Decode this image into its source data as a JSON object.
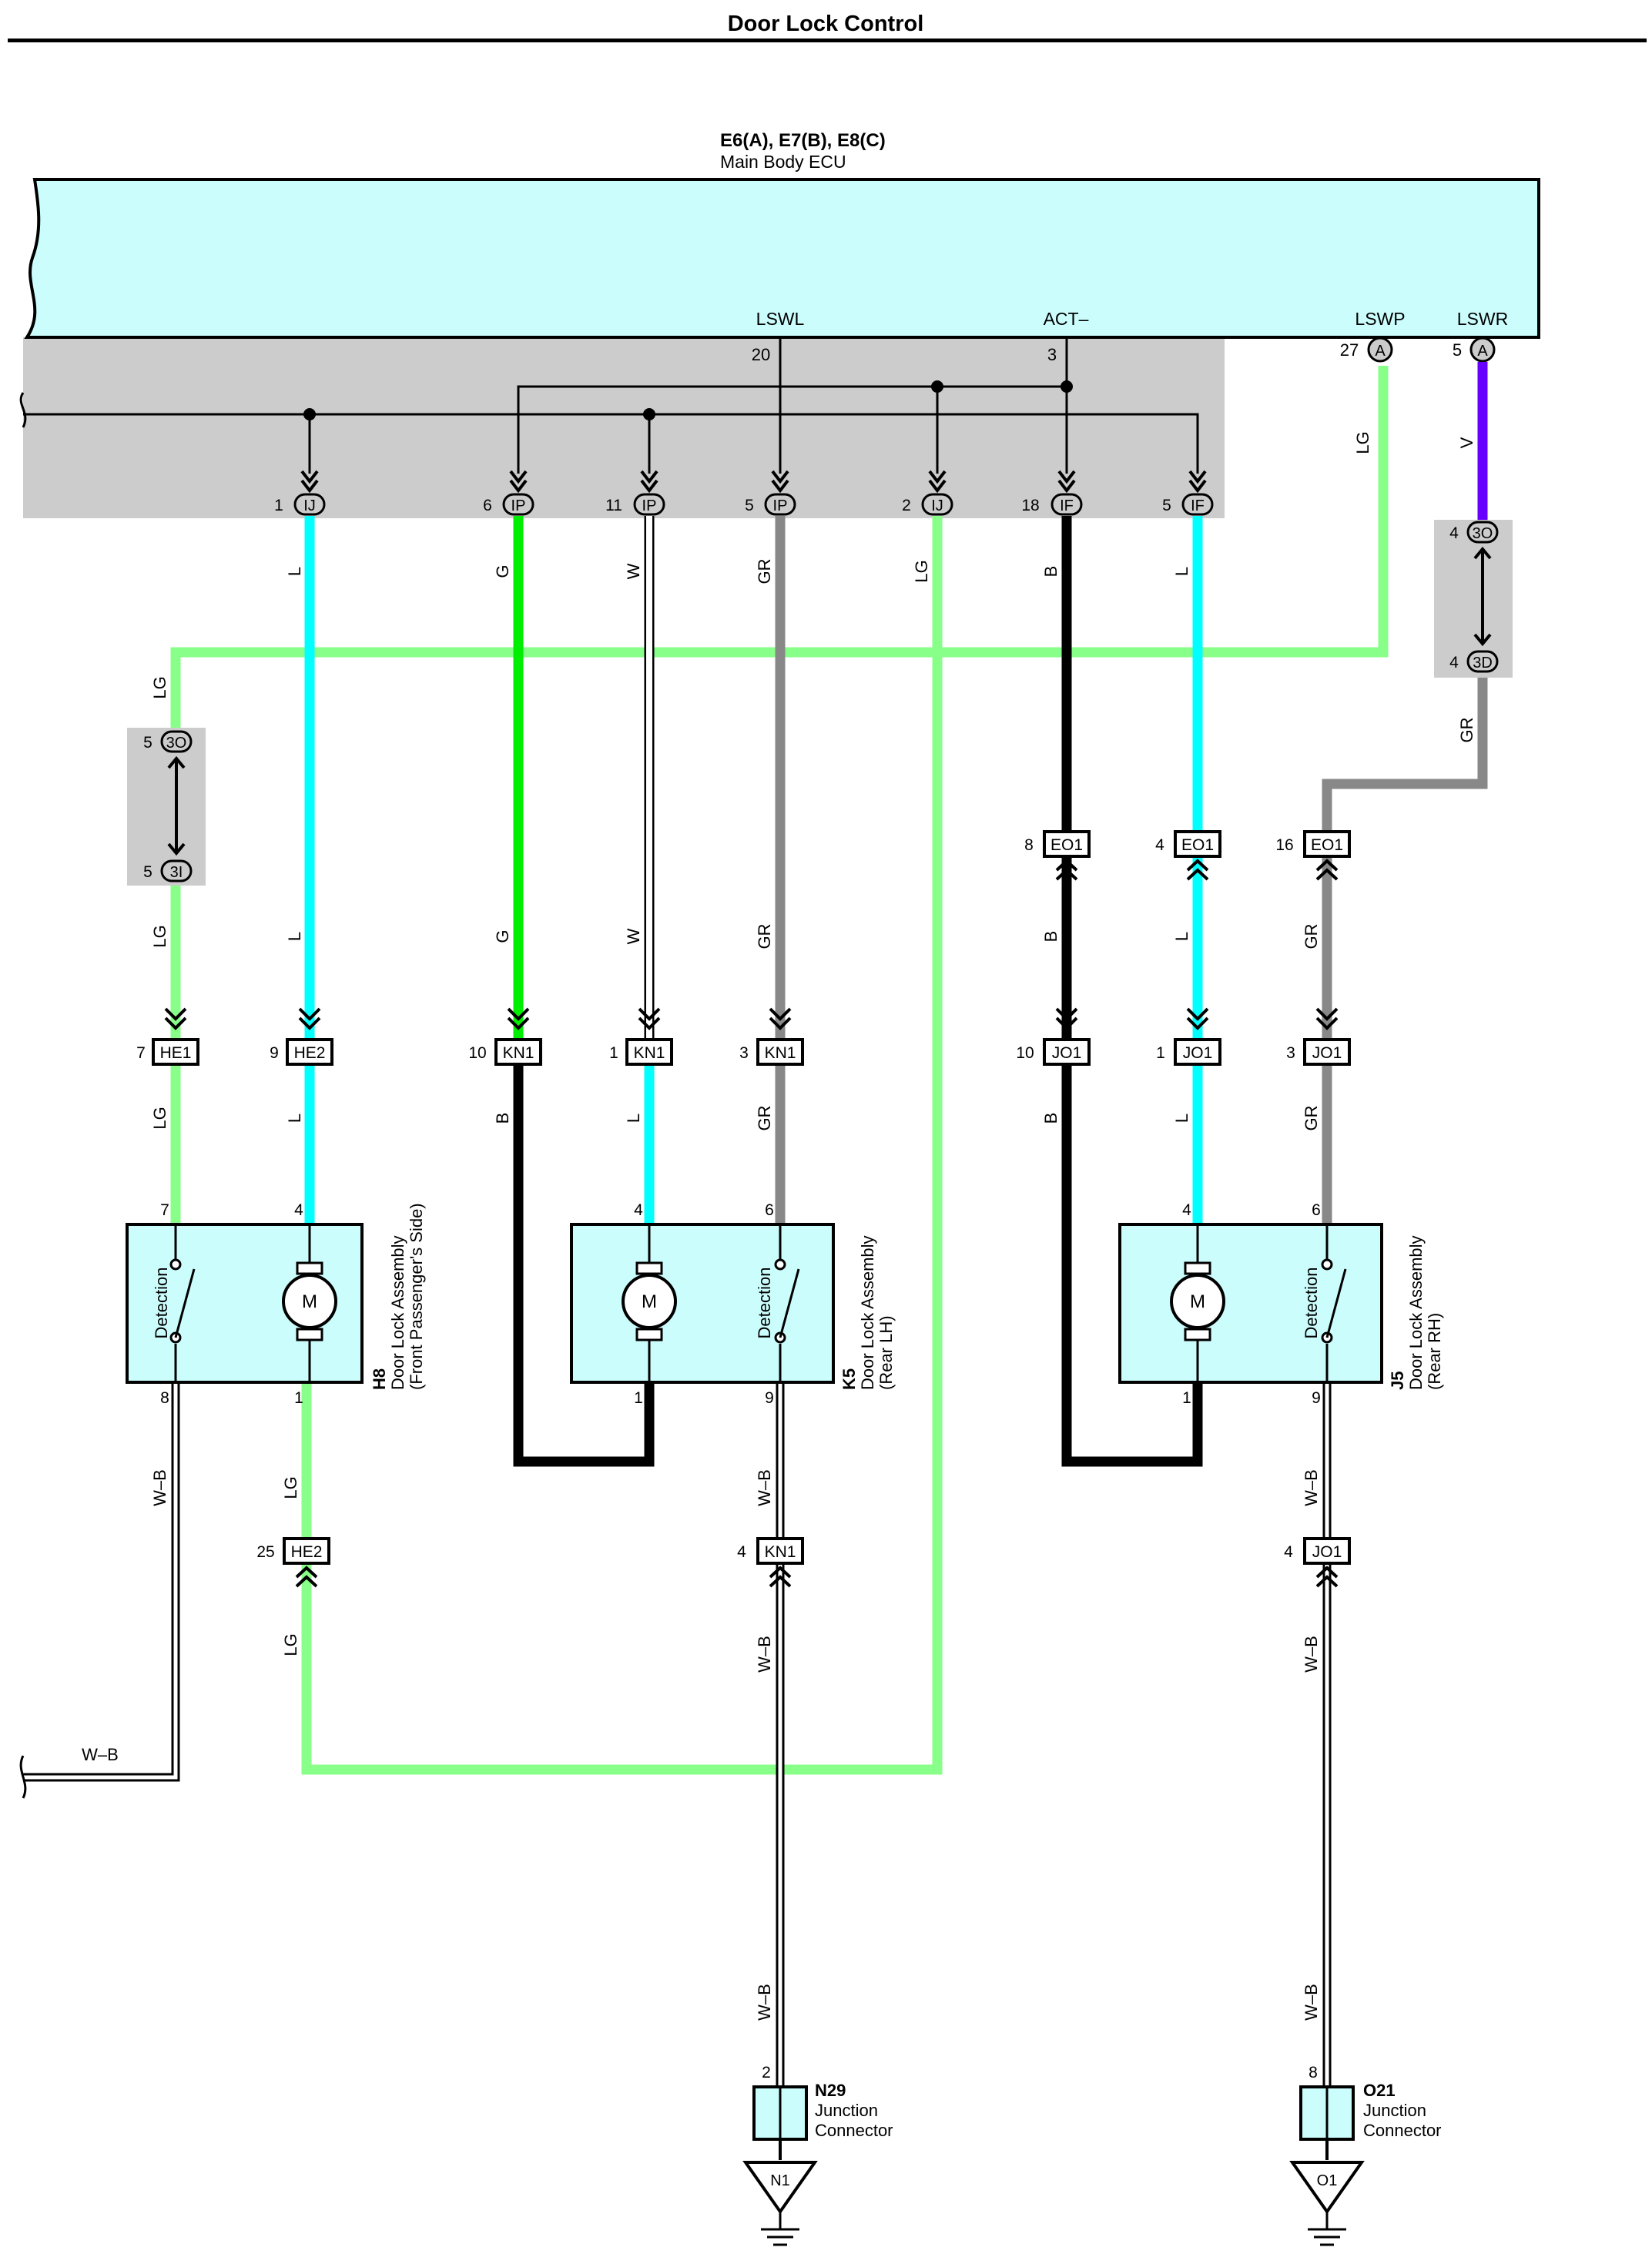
{
  "page_title": "Door Lock Control",
  "ecu": {
    "code": "E6(A), E7(B), E8(C)",
    "name": "Main Body ECU",
    "terminals": {
      "lswl": "LSWL",
      "lswl_pin": "20",
      "act": "ACT–",
      "act_pin": "3",
      "lswp": "LSWP",
      "lswp_pin": "27",
      "lswp_conn": "A",
      "lswr": "LSWR",
      "lswr_pin": "5",
      "lswr_conn": "A"
    }
  },
  "top_connectors": [
    {
      "pin": "1",
      "id": "IJ"
    },
    {
      "pin": "6",
      "id": "IP"
    },
    {
      "pin": "11",
      "id": "IP"
    },
    {
      "pin": "5",
      "id": "IP"
    },
    {
      "pin": "2",
      "id": "IJ"
    },
    {
      "pin": "18",
      "id": "IF"
    },
    {
      "pin": "5",
      "id": "IF"
    }
  ],
  "wire_colors": {
    "L": "L",
    "G": "G",
    "W": "W",
    "GR": "GR",
    "LG": "LG",
    "B": "B",
    "V": "V",
    "WB": "W–B"
  },
  "colors": {
    "ecu_fill": "#ccfdfd",
    "junction_block": "#cccccc",
    "wire_L": "#00ffff",
    "wire_G": "#00ee00",
    "wire_W": "#ffffff",
    "wire_GR": "#888888",
    "wire_LG": "#88ff88",
    "wire_B": "#000000",
    "wire_V": "#6600ff",
    "assembly_fill": "#ccfdfd"
  },
  "relay_connectors": {
    "a_top_pin": "5",
    "a_top_id": "3O",
    "a_bot_pin": "5",
    "a_bot_id": "3I",
    "b_top_pin": "4",
    "b_top_id": "3O",
    "b_bot_pin": "4",
    "b_bot_id": "3D"
  },
  "eo_connectors": [
    {
      "pin": "8",
      "id": "EO1"
    },
    {
      "pin": "4",
      "id": "EO1"
    },
    {
      "pin": "16",
      "id": "EO1"
    }
  ],
  "mid_connectors": [
    {
      "pin": "7",
      "id": "HE1"
    },
    {
      "pin": "9",
      "id": "HE2"
    },
    {
      "pin": "10",
      "id": "KN1"
    },
    {
      "pin": "1",
      "id": "KN1"
    },
    {
      "pin": "3",
      "id": "KN1"
    },
    {
      "pin": "10",
      "id": "JO1"
    },
    {
      "pin": "1",
      "id": "JO1"
    },
    {
      "pin": "3",
      "id": "JO1"
    }
  ],
  "assemblies": [
    {
      "code": "H8",
      "name": "Door Lock Assembly",
      "sub": "(Front Passenger's Side)",
      "pins_top": [
        "7",
        "4"
      ],
      "pins_bottom": [
        "8",
        "1"
      ]
    },
    {
      "code": "K5",
      "name": "Door Lock Assembly",
      "sub": "(Rear LH)",
      "pins_top": [
        "4",
        "6"
      ],
      "pins_bottom": [
        "1",
        "9"
      ]
    },
    {
      "code": "J5",
      "name": "Door Lock Assembly",
      "sub": "(Rear RH)",
      "pins_top": [
        "4",
        "6"
      ],
      "pins_bottom": [
        "1",
        "9"
      ]
    }
  ],
  "detection_label": "Detection",
  "motor_label": "M",
  "lower_connectors": [
    {
      "pin": "25",
      "id": "HE2"
    },
    {
      "pin": "4",
      "id": "KN1"
    },
    {
      "pin": "4",
      "id": "JO1"
    }
  ],
  "junctions": [
    {
      "code": "N29",
      "name1": "Junction",
      "name2": "Connector",
      "pin": "2",
      "ground": "N1"
    },
    {
      "code": "O21",
      "name1": "Junction",
      "name2": "Connector",
      "pin": "8",
      "ground": "O1"
    }
  ]
}
